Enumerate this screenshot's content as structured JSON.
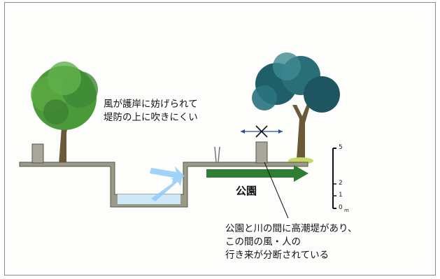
{
  "annotations": {
    "wind_note": [
      "風が護岸に妨げられて",
      "堤防の上に吹きにくい"
    ],
    "park_label": "公園",
    "bottom_note": [
      "公園と川の間に高潮堤があり、",
      "この間の風・人の",
      "行き来が分断されている"
    ]
  },
  "scale": {
    "ticks": [
      "5",
      "2",
      "1",
      "0"
    ],
    "unit": "m"
  },
  "colors": {
    "ground": "#9a9a86",
    "arrow_park": "#2e7d32",
    "arrow_wind": "#90caf9",
    "blocked_arrow": "#1f4fa8",
    "water": "#cfe8f7",
    "tree_left": "#4a9a3a",
    "tree_right": "#1f5f6a",
    "grass": "#c8d96a"
  }
}
